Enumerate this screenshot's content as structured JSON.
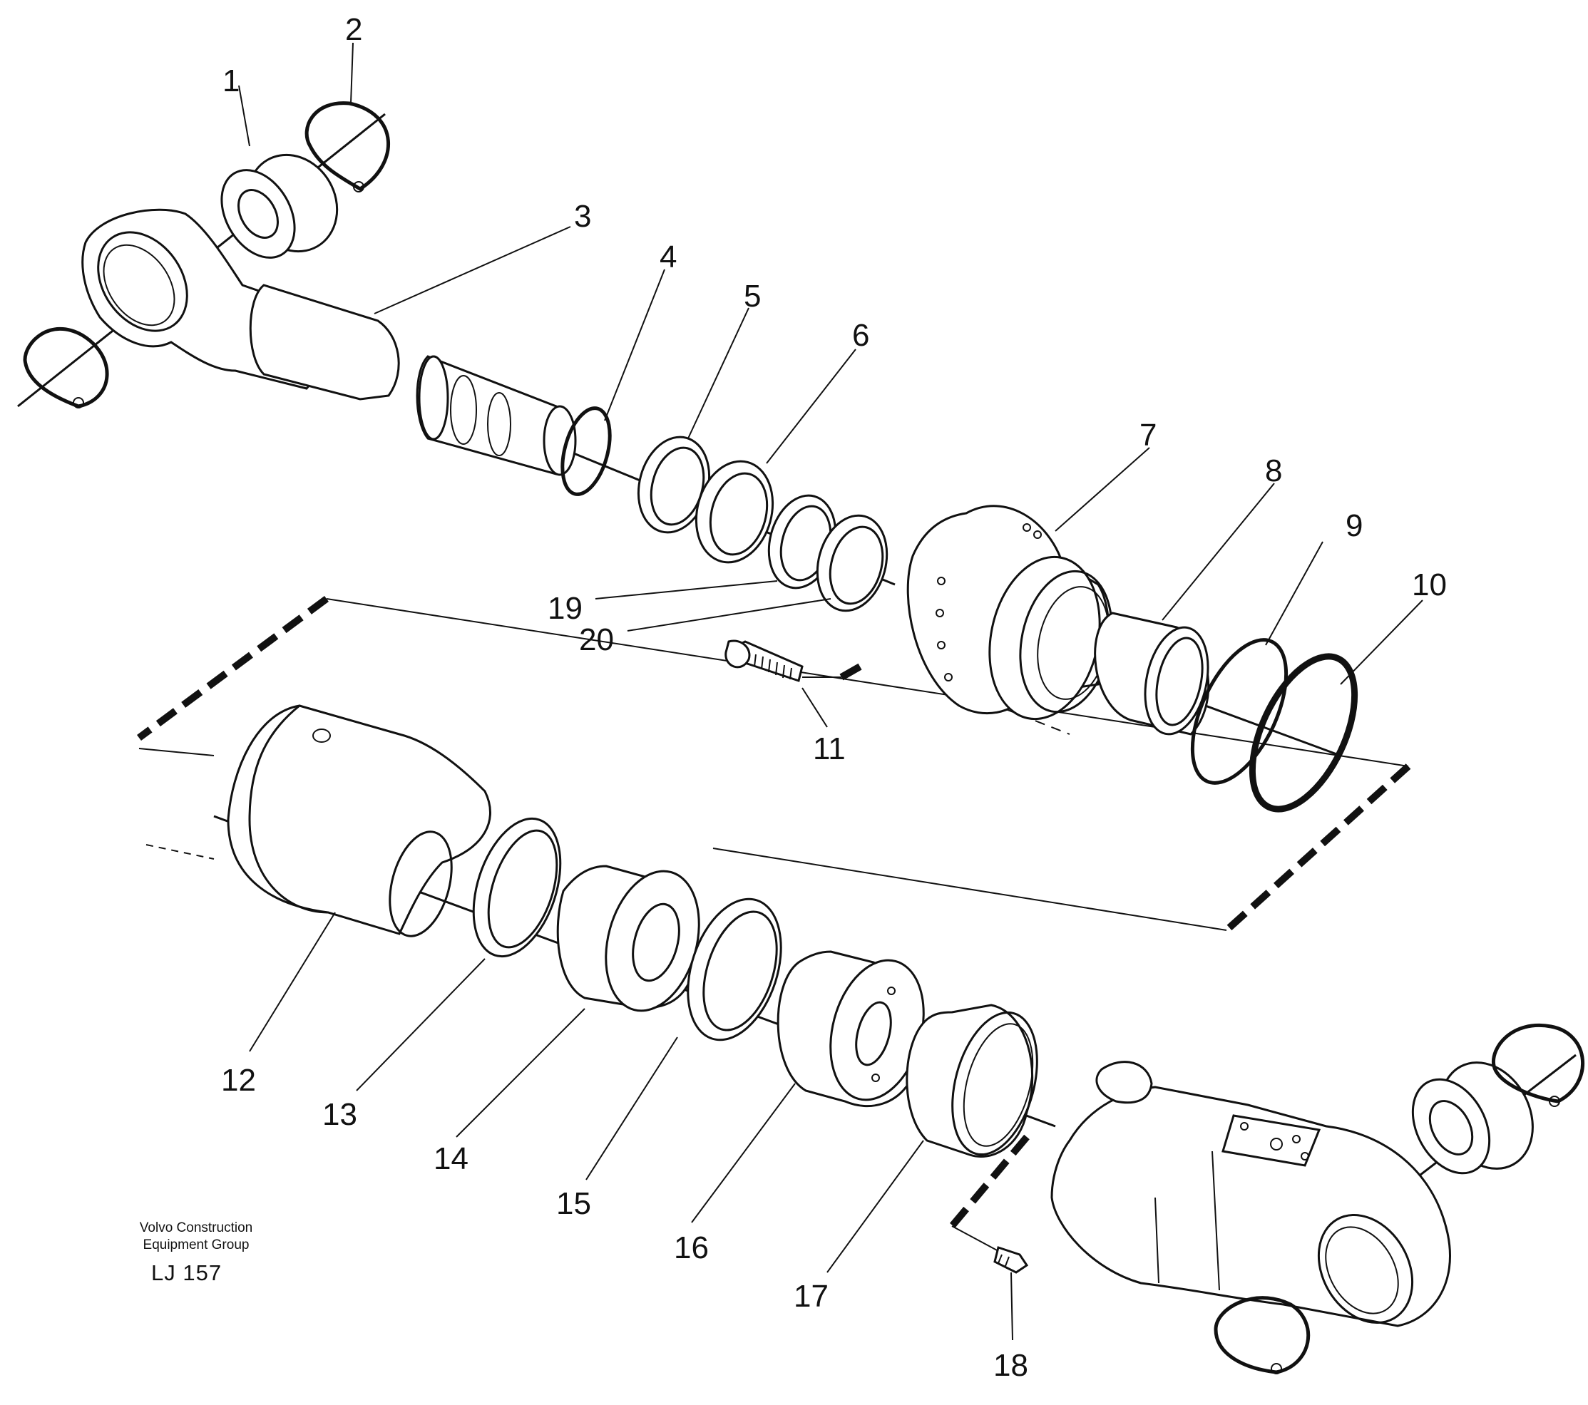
{
  "diagram": {
    "part_numbers": [
      "1",
      "2",
      "3",
      "4",
      "5",
      "6",
      "7",
      "8",
      "9",
      "10",
      "11",
      "12",
      "13",
      "14",
      "15",
      "16",
      "17",
      "18",
      "19",
      "20"
    ],
    "credit": {
      "line1": "Volvo Construction",
      "line2": "Equipment Group",
      "code": "LJ 157"
    }
  }
}
